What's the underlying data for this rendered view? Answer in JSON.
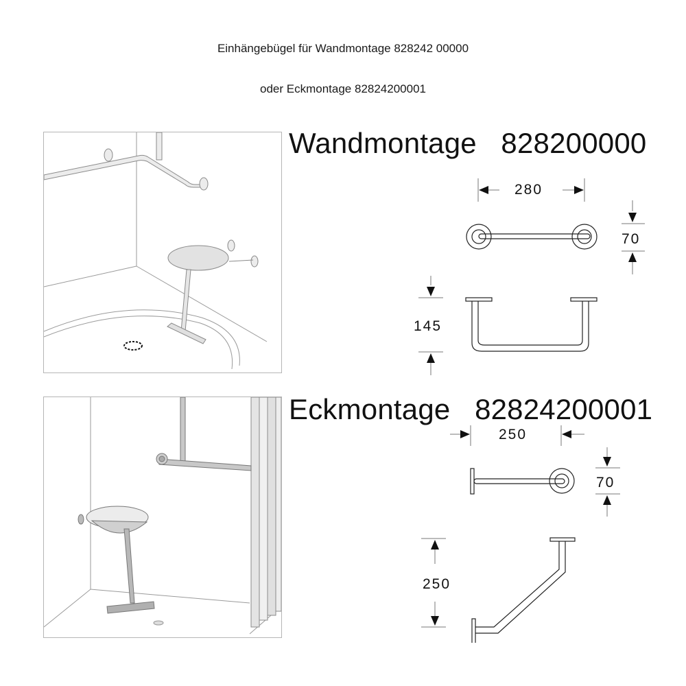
{
  "header": {
    "line1": "Einhängebügel für Wandmontage 828242 00000",
    "line2": "oder Eckmontage 82824200001"
  },
  "sections": [
    {
      "title": "Wandmontage   828200000",
      "illustration": "shower-corner-wall-mount-seat",
      "dimensions": {
        "width": "280",
        "depth": "70",
        "height": "145"
      }
    },
    {
      "title": "Eckmontage   82824200001",
      "illustration": "shower-corner-mount-seat",
      "dimensions": {
        "width": "250",
        "depth": "70",
        "height": "250"
      }
    }
  ],
  "colors": {
    "line": "#222222",
    "panel_border": "#b5b5b5",
    "fixture_fill": "#d9d9d9"
  }
}
